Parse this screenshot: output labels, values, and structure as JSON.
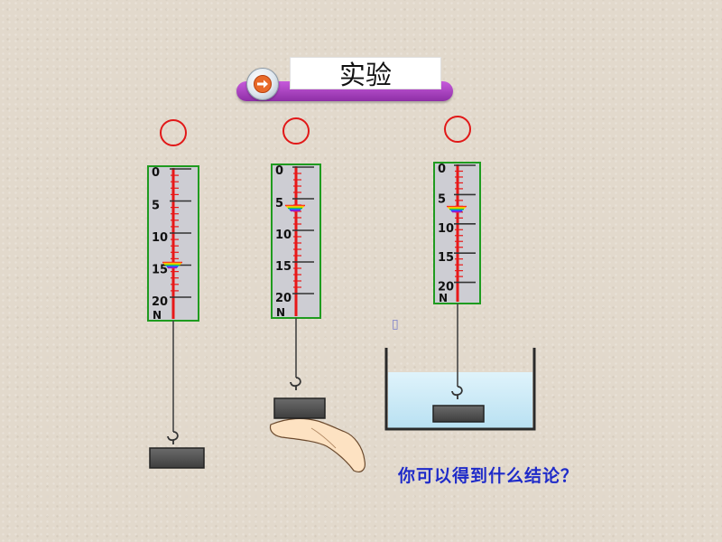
{
  "title": "实验",
  "question": "你可以得到什么结论？",
  "stray_glyph": "▯",
  "scale": {
    "labels": [
      "0",
      "5",
      "10",
      "15",
      "20"
    ],
    "unit": "N",
    "max": 20
  },
  "balances": [
    {
      "reading": 15,
      "state": "hanging-in-air"
    },
    {
      "reading": 6.5,
      "state": "supported-by-hand"
    },
    {
      "reading": 7.5,
      "state": "submerged-in-water"
    }
  ],
  "colors": {
    "frame": "#1f9b1f",
    "face": "#cdcdd3",
    "ring": "#e11818",
    "center_line": "#e81818",
    "title_bar": "#a646be",
    "text_blue": "#1f2bc9",
    "water": "#c7e8f6",
    "weight": "#555555"
  },
  "icons": {
    "title": "arrow-right-icon"
  }
}
